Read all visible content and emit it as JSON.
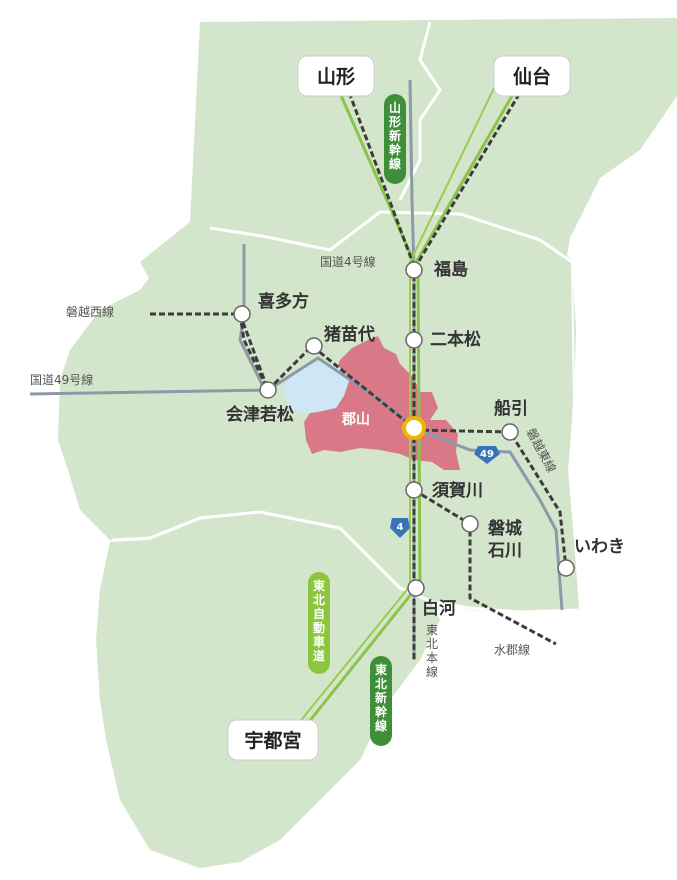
{
  "map": {
    "colors": {
      "land": "#d3e5cb",
      "border": "#ffffff",
      "koriyama_area": "#d97987",
      "lake": "#cfe6f5",
      "shinkansen": "#9ccb4e",
      "yamagata_shinkansen": "#8ac44a",
      "local_rail": "#3c3c3c",
      "road": "#8c9aa8",
      "label_green": "#3f8f3a",
      "label_light_green": "#8cc63f"
    },
    "cities": {
      "yamagata": "山形",
      "sendai": "仙台",
      "utsunomiya": "宇都宮"
    },
    "center": "郡山",
    "stations": {
      "fukushima": "福島",
      "nihonmatsu": "二本松",
      "kitakata": "喜多方",
      "inawashiro": "猪苗代",
      "aizuwakamatsu": "会津若松",
      "funehiki": "船引",
      "sukagawa": "須賀川",
      "iwaki_ishikawa": "磐城\n石川",
      "iwaki": "いわき",
      "shirakawa": "白河"
    },
    "routes": {
      "yamagata_shinkansen": "山形新幹線",
      "tohoku_shinkansen": "東北新幹線",
      "tohoku_expressway": "東北自動車道",
      "tohoku_main_line": "東北本線",
      "banetsu_west": "磐越西線",
      "banetsu_east": "磐越東線",
      "suigun_line": "水郡線",
      "route4": "国道4号線",
      "route49": "国道49号線"
    },
    "shields": {
      "r4": "4",
      "r49": "49"
    }
  }
}
